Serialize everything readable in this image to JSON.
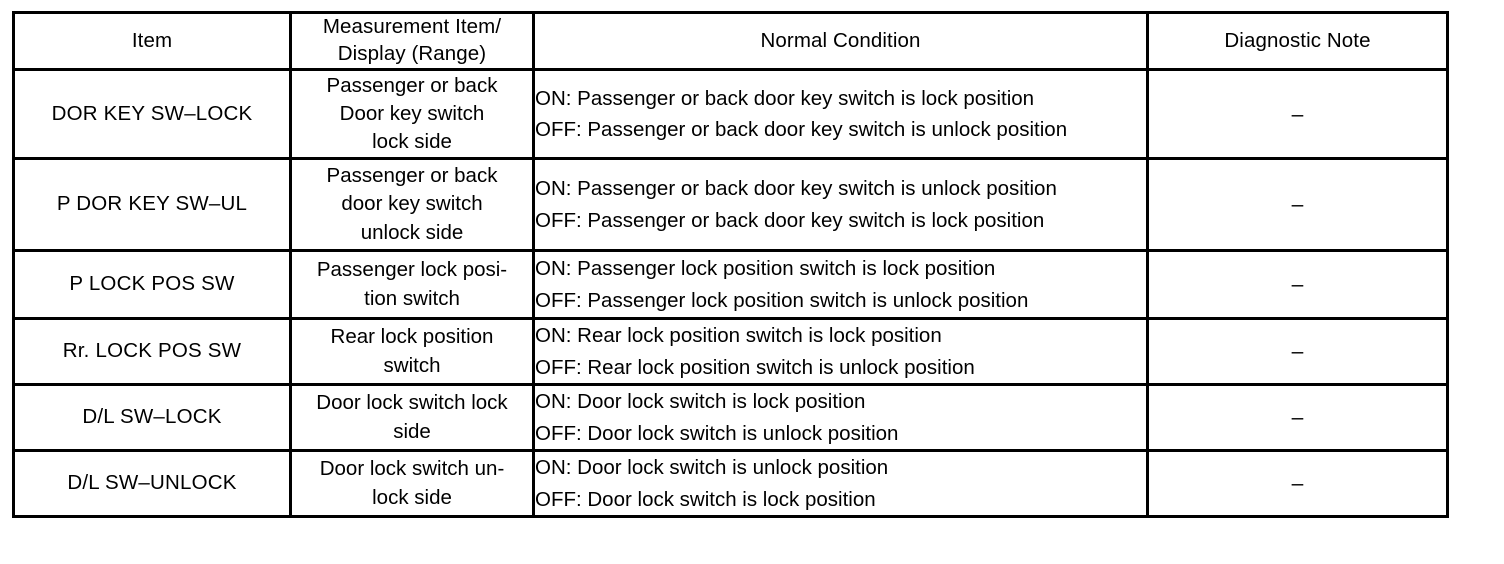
{
  "table": {
    "headers": [
      {
        "name": "item",
        "lines": [
          "Item"
        ]
      },
      {
        "name": "measurement",
        "lines": [
          "Measurement Item/",
          "Display (Range)"
        ]
      },
      {
        "name": "normal-condition",
        "lines": [
          "Normal Condition"
        ]
      },
      {
        "name": "diagnostic-note",
        "lines": [
          "Diagnostic Note"
        ]
      }
    ],
    "rows": [
      {
        "item": "DOR KEY SW–LOCK",
        "measurement": [
          "Passenger or back",
          "Door key switch",
          "lock side"
        ],
        "normal": [
          "ON: Passenger or back door key switch is lock position",
          "OFF: Passenger or back door key switch is unlock position"
        ],
        "diagnostic": "–"
      },
      {
        "item": "P DOR KEY SW–UL",
        "measurement": [
          "Passenger or back",
          "door key switch",
          "unlock side"
        ],
        "normal": [
          "ON: Passenger or back door key switch is unlock position",
          "OFF: Passenger or back door key switch is lock position"
        ],
        "diagnostic": "–"
      },
      {
        "item": "P LOCK POS SW",
        "measurement": [
          "Passenger lock posi-",
          "tion switch"
        ],
        "normal": [
          "ON: Passenger lock position switch is lock position",
          "OFF: Passenger lock position switch is unlock position"
        ],
        "diagnostic": "–"
      },
      {
        "item": "Rr. LOCK POS SW",
        "measurement": [
          "Rear lock position",
          "switch"
        ],
        "normal": [
          "ON: Rear lock position switch is lock position",
          "OFF: Rear lock position switch is unlock position"
        ],
        "diagnostic": "–"
      },
      {
        "item": "D/L SW–LOCK",
        "measurement": [
          "Door lock switch lock",
          "side"
        ],
        "normal": [
          "ON: Door lock switch is lock position",
          "OFF: Door lock switch is unlock position"
        ],
        "diagnostic": "–"
      },
      {
        "item": "D/L SW–UNLOCK",
        "measurement": [
          "Door lock switch un-",
          "lock side"
        ],
        "normal": [
          "ON: Door lock switch is unlock position",
          "OFF: Door lock switch is lock position"
        ],
        "diagnostic": "–"
      }
    ]
  }
}
